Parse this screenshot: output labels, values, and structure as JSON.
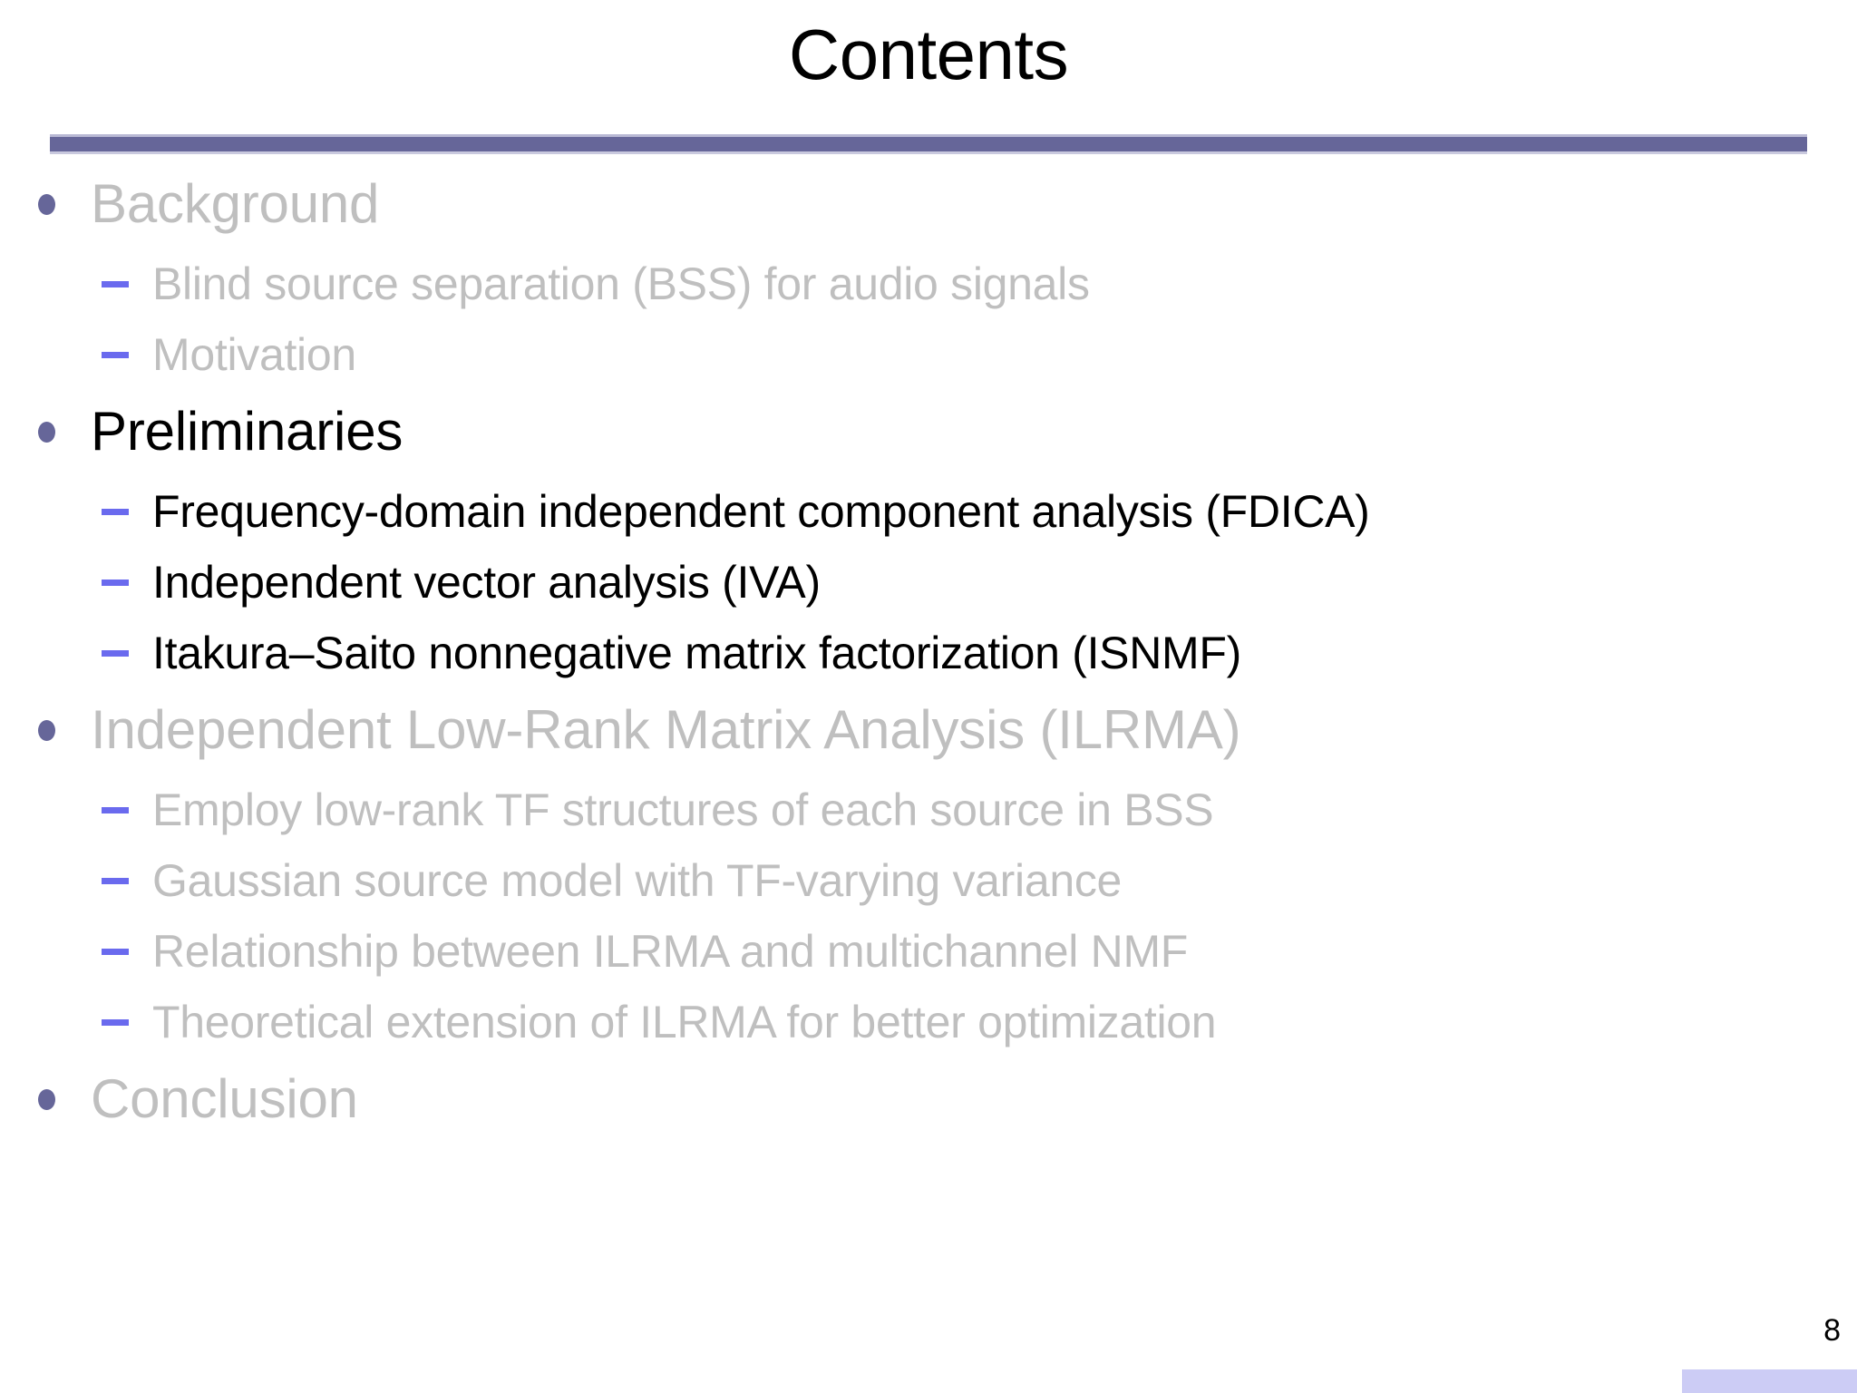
{
  "slide": {
    "title": "Contents",
    "page_number": "8",
    "accent_color": "#666699",
    "sub_marker_color": "#6a6aee",
    "active_text_color": "#000000",
    "inactive_text_color": "#bfbfbf",
    "footer_bar_color": "#ccccf5",
    "background_color": "#ffffff"
  },
  "outline": [
    {
      "label": "Background",
      "level": 1,
      "state": "inactive",
      "marker": "bullet-dot"
    },
    {
      "label": "Blind source separation (BSS) for audio signals",
      "level": 2,
      "state": "inactive",
      "marker": "bullet-dash"
    },
    {
      "label": "Motivation",
      "level": 2,
      "state": "inactive",
      "marker": "bullet-dash"
    },
    {
      "label": "Preliminaries",
      "level": 1,
      "state": "active",
      "marker": "bullet-dot"
    },
    {
      "label": "Frequency-domain independent component analysis (FDICA)",
      "level": 2,
      "state": "active",
      "marker": "bullet-dash"
    },
    {
      "label": "Independent vector analysis (IVA)",
      "level": 2,
      "state": "active",
      "marker": "bullet-dash"
    },
    {
      "label": "Itakura–Saito nonnegative matrix factorization (ISNMF)",
      "level": 2,
      "state": "active",
      "marker": "bullet-dash"
    },
    {
      "label": "Independent Low-Rank Matrix Analysis (ILRMA)",
      "level": 1,
      "state": "inactive",
      "marker": "bullet-dot"
    },
    {
      "label": "Employ low-rank TF structures of each source in BSS",
      "level": 2,
      "state": "inactive",
      "marker": "bullet-dash"
    },
    {
      "label": "Gaussian source model with TF-varying variance",
      "level": 2,
      "state": "inactive",
      "marker": "bullet-dash"
    },
    {
      "label": "Relationship between ILRMA and multichannel NMF",
      "level": 2,
      "state": "inactive",
      "marker": "bullet-dash"
    },
    {
      "label": "Theoretical extension of ILRMA for better optimization",
      "level": 2,
      "state": "inactive",
      "marker": "bullet-dash"
    },
    {
      "label": "Conclusion",
      "level": 1,
      "state": "inactive",
      "marker": "bullet-dot"
    }
  ]
}
